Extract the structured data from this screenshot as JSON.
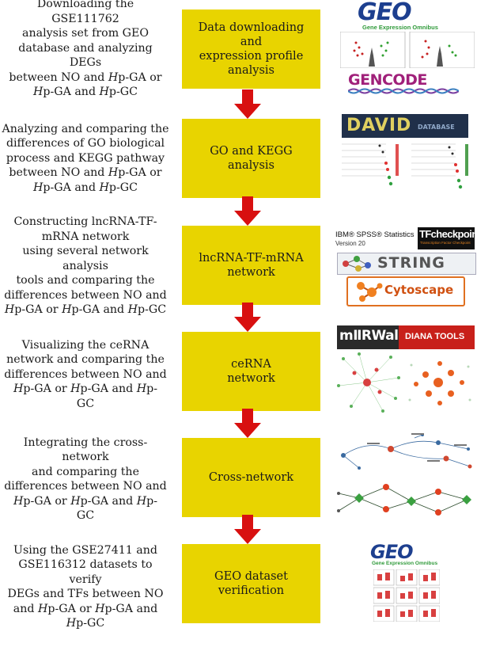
{
  "steps": [
    {
      "description": [
        "Downloading the GSE111762",
        "analysis set from GEO",
        "database and analyzing DEGs",
        "between NO and Hp-GA or",
        "Hp-GA and Hp-GC"
      ],
      "box": [
        "Data downloading",
        "and",
        "expression profile",
        "analysis"
      ],
      "panel": {
        "logo1": "GEO",
        "logo1_sub": "Gene Expression Omnibus",
        "logo2": "GENCODE"
      }
    },
    {
      "description": [
        "Analyzing and comparing the",
        "differences of GO biological",
        "process and KEGG pathway",
        "between NO and Hp-GA or",
        "Hp-GA and Hp-GC"
      ],
      "box": [
        "GO and KEGG",
        "analysis"
      ],
      "panel": {
        "logo1": "DAVID",
        "logo1_sub": "DATABASE"
      }
    },
    {
      "description": [
        "Constructing lncRNA-TF-",
        "mRNA network",
        "using several network analysis",
        "tools and comparing the",
        "differences between NO and",
        "Hp-GA or Hp-GA and Hp-GC"
      ],
      "box": [
        "lncRNA-TF-mRNA",
        "network"
      ],
      "panel": {
        "spss": "IBM® SPSS® Statistics",
        "spss_version": "Version 20",
        "tfcheck": "TFcheckpoint",
        "tfcheck_sub": "Transcription Factor Checkpoint",
        "string": "STRING",
        "cytoscape": "Cytoscape"
      }
    },
    {
      "description": [
        "Visualizing the ceRNA",
        "network and comparing the",
        "differences between NO and",
        "Hp-GA or Hp-GA and Hp-",
        "GC"
      ],
      "box": [
        "ceRNA",
        "network"
      ],
      "panel": {
        "mirwalk": "mⅡRWalk",
        "diana": "DIANA TOOLS"
      }
    },
    {
      "description": [
        "Integrating the cross-network",
        "and comparing the",
        "differences between NO and",
        "Hp-GA or Hp-GA and Hp-",
        "GC"
      ],
      "box": [
        "Cross-network"
      ],
      "panel": {}
    },
    {
      "description": [
        "Using the GSE27411 and",
        "GSE116312 datasets to verify",
        "DEGs and TFs between NO",
        "and Hp-GA or Hp-GA and",
        "Hp-GC"
      ],
      "box": [
        "GEO dataset",
        "verification"
      ],
      "panel": {
        "logo1": "GEO",
        "logo1_sub": "Gene Expression Omnibus"
      }
    }
  ],
  "colors": {
    "box": "#e8d400",
    "arrow": "#d81010",
    "geo_blue": "#1d3f8f",
    "geo_green": "#2f9a3a"
  }
}
